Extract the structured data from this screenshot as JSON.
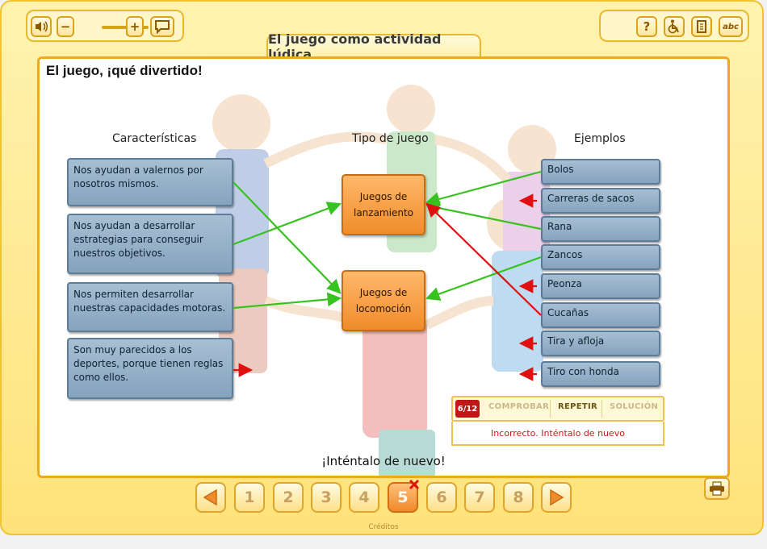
{
  "toolbar_left": {
    "sound_icon": "speaker-icon",
    "minus_label": "−",
    "plus_label": "+",
    "speech_icon": "speech-bubble-icon"
  },
  "toolbar_right": {
    "help_label": "?",
    "accessibility_icon": "wheelchair-icon",
    "document_icon": "document-icon",
    "abc_label": "abc"
  },
  "title": "El juego como actividad lúdica",
  "heading": "El juego, ¡qué divertido!",
  "columns": {
    "characteristics": "Características",
    "type": "Tipo de juego",
    "examples": "Ejemplos"
  },
  "characteristics": [
    "Nos ayudan a valernos por nosotros mismos.",
    "Nos ayudan a desarrollar estrategias para conseguir nuestros objetivos.",
    "Nos permiten desarrollar nuestras capacidades motoras.",
    "Son muy parecidos a los deportes, porque tienen reglas como ellos."
  ],
  "types": [
    "Juegos de lanzamiento",
    "Juegos de locomoción"
  ],
  "examples": [
    "Bolos",
    "Carreras de sacos",
    "Rana",
    "Zancos",
    "Peonza",
    "Cucañas",
    "Tira y afloja",
    "Tiro con honda"
  ],
  "check": {
    "score": "6/12",
    "check_label": "COMPROBAR",
    "repeat_label": "REPETIR",
    "solution_label": "SOLUCIÓN",
    "message": "Incorrecto. Inténtalo de nuevo"
  },
  "feedback": "¡Inténtalo de nuevo!",
  "pagination": {
    "pages": [
      "1",
      "2",
      "3",
      "4",
      "5",
      "6",
      "7",
      "8"
    ],
    "current": "5"
  },
  "credits": "Créditos",
  "colors": {
    "correct_line": "#37c220",
    "incorrect_line": "#e01010",
    "card": "#93adc4",
    "type_box": "#f5a04a"
  }
}
